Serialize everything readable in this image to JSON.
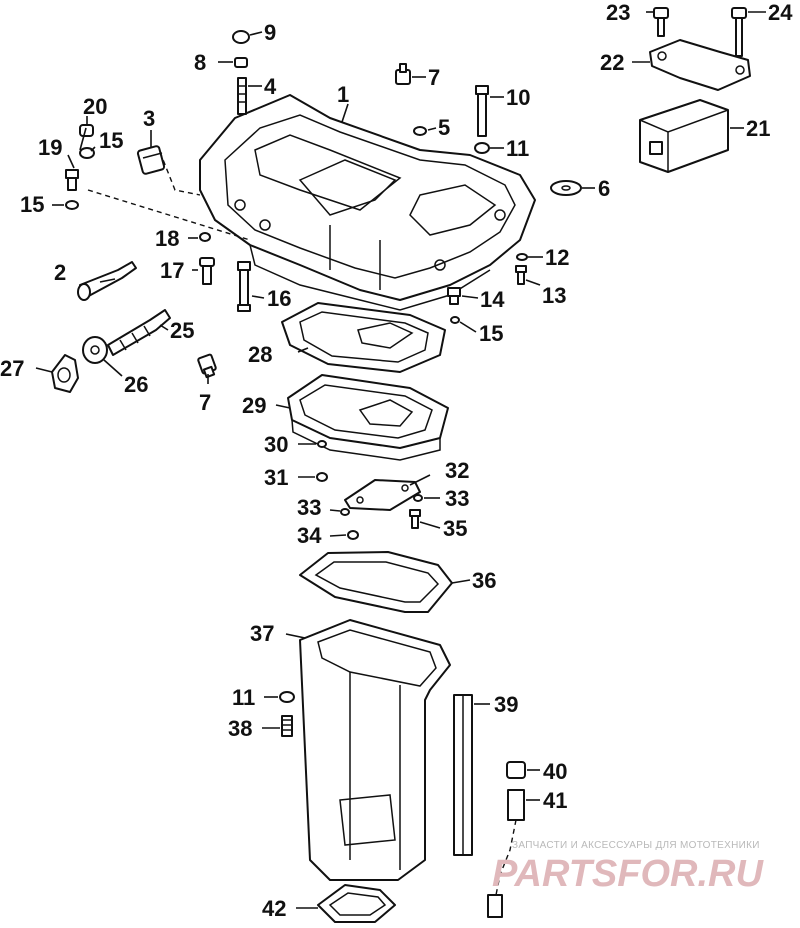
{
  "callouts": [
    {
      "id": "1",
      "label": "1"
    },
    {
      "id": "2",
      "label": "2"
    },
    {
      "id": "3",
      "label": "3"
    },
    {
      "id": "4",
      "label": "4"
    },
    {
      "id": "5",
      "label": "5"
    },
    {
      "id": "6",
      "label": "6"
    },
    {
      "id": "7a",
      "label": "7"
    },
    {
      "id": "7b",
      "label": "7"
    },
    {
      "id": "8",
      "label": "8"
    },
    {
      "id": "9",
      "label": "9"
    },
    {
      "id": "10",
      "label": "10"
    },
    {
      "id": "11a",
      "label": "11"
    },
    {
      "id": "11b",
      "label": "11"
    },
    {
      "id": "12",
      "label": "12"
    },
    {
      "id": "13",
      "label": "13"
    },
    {
      "id": "14",
      "label": "14"
    },
    {
      "id": "15a",
      "label": "15"
    },
    {
      "id": "15b",
      "label": "15"
    },
    {
      "id": "15c",
      "label": "15"
    },
    {
      "id": "16",
      "label": "16"
    },
    {
      "id": "17",
      "label": "17"
    },
    {
      "id": "18",
      "label": "18"
    },
    {
      "id": "19",
      "label": "19"
    },
    {
      "id": "20",
      "label": "20"
    },
    {
      "id": "21",
      "label": "21"
    },
    {
      "id": "22",
      "label": "22"
    },
    {
      "id": "23",
      "label": "23"
    },
    {
      "id": "24",
      "label": "24"
    },
    {
      "id": "25",
      "label": "25"
    },
    {
      "id": "26",
      "label": "26"
    },
    {
      "id": "27",
      "label": "27"
    },
    {
      "id": "28",
      "label": "28"
    },
    {
      "id": "29",
      "label": "29"
    },
    {
      "id": "30",
      "label": "30"
    },
    {
      "id": "31",
      "label": "31"
    },
    {
      "id": "32",
      "label": "32"
    },
    {
      "id": "33a",
      "label": "33"
    },
    {
      "id": "33b",
      "label": "33"
    },
    {
      "id": "34",
      "label": "34"
    },
    {
      "id": "35",
      "label": "35"
    },
    {
      "id": "36",
      "label": "36"
    },
    {
      "id": "37",
      "label": "37"
    },
    {
      "id": "38",
      "label": "38"
    },
    {
      "id": "39",
      "label": "39"
    },
    {
      "id": "40",
      "label": "40"
    },
    {
      "id": "41",
      "label": "41"
    },
    {
      "id": "42",
      "label": "42"
    }
  ],
  "watermark": {
    "tagline": "ЗАПЧАСТИ И АКСЕССУАРЫ ДЛЯ МОТОТЕХНИКИ",
    "logo": "PARTSFOR.RU",
    "logo_color": "#e0b8bb"
  }
}
